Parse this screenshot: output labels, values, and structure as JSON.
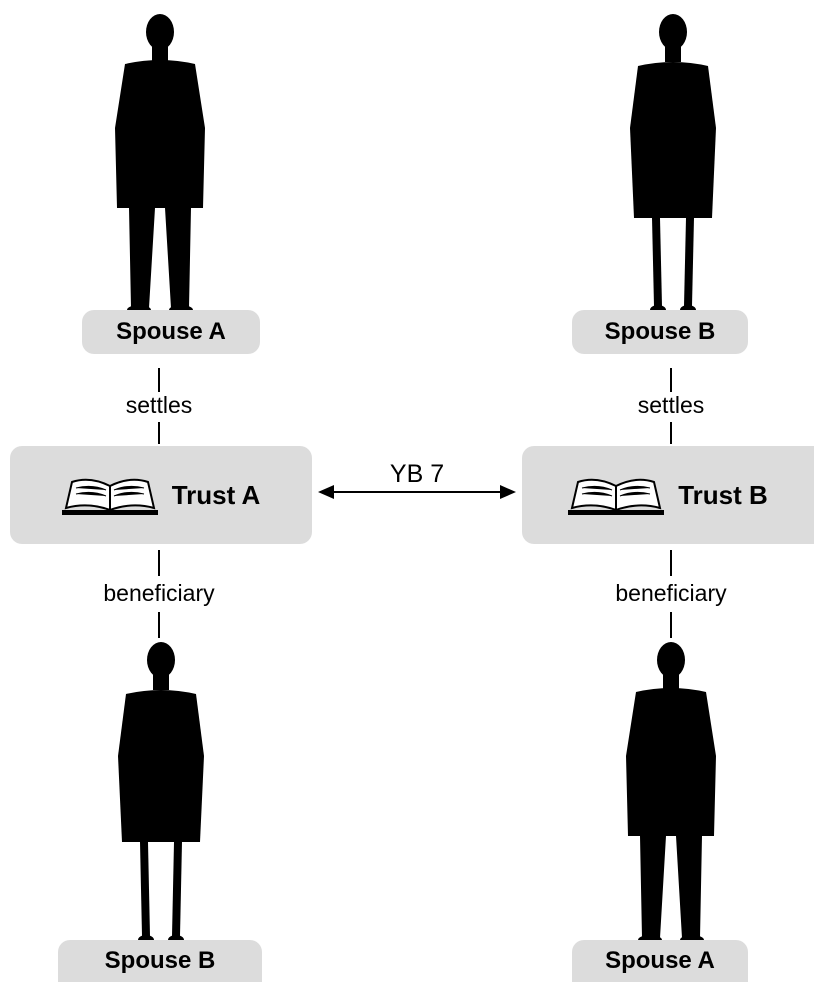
{
  "top_left": {
    "name": "Spouse A",
    "relation": "settles"
  },
  "top_right": {
    "name": "Spouse B",
    "relation": "settles"
  },
  "trust_left": {
    "name": "Trust A",
    "relation": "beneficiary"
  },
  "trust_right": {
    "name": "Trust B",
    "relation": "beneficiary"
  },
  "bottom_left": {
    "name": "Spouse B"
  },
  "bottom_right": {
    "name": "Spouse A"
  },
  "link": {
    "label": "YB 7"
  },
  "icons": {
    "person": "person-silhouette-icon",
    "book": "open-book-icon",
    "arrow": "double-arrow-icon"
  }
}
